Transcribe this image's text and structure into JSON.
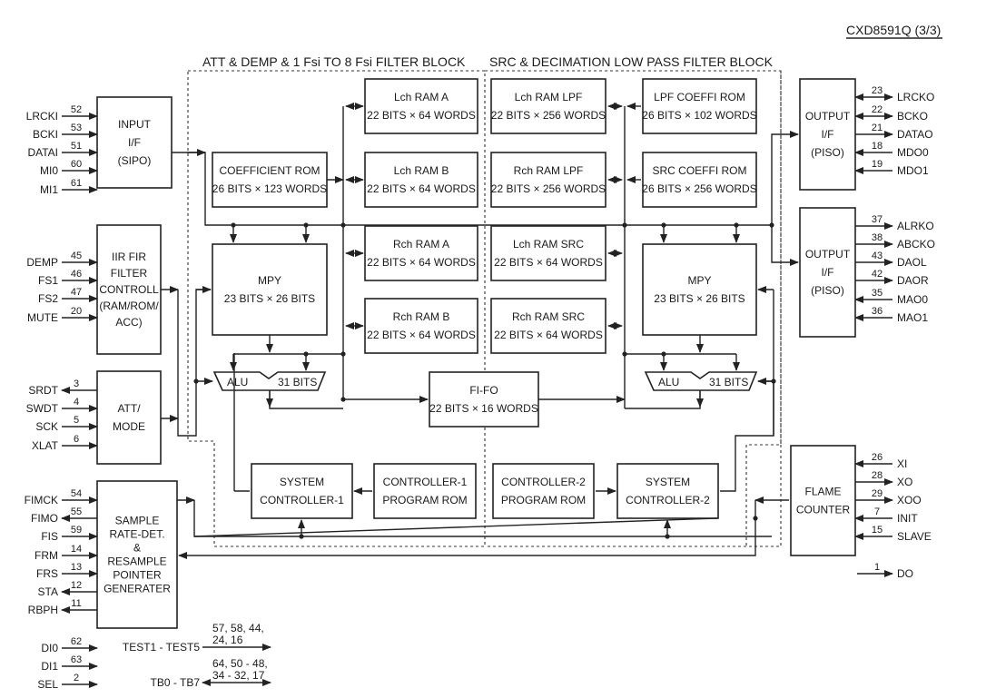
{
  "header": {
    "doc_id": "CXD8591Q (3/3)"
  },
  "regions": {
    "filter1": "ATT & DEMP & 1 Fsi TO 8 Fsi FILTER BLOCK",
    "filter2": "SRC & DECIMATION LOW PASS FILTER BLOCK"
  },
  "blocks": {
    "input_if": [
      "INPUT",
      "I/F",
      "(SIPO)"
    ],
    "iir_fir": [
      "IIR FIR",
      "FILTER",
      "CONTROLL",
      "(RAM/ROM/",
      "ACC)"
    ],
    "att_mode": [
      "ATT/",
      "MODE"
    ],
    "sample_rate": [
      "SAMPLE",
      "RATE-DET.",
      "&",
      "RESAMPLE",
      "POINTER",
      "GENERATER"
    ],
    "coeff_rom": [
      "COEFFICIENT ROM",
      "26 BITS × 123 WORDS"
    ],
    "lch_ram_a": [
      "Lch RAM A",
      "22 BITS × 64 WORDS"
    ],
    "lch_ram_b": [
      "Lch RAM B",
      "22 BITS × 64 WORDS"
    ],
    "rch_ram_a": [
      "Rch RAM A",
      "22 BITS × 64 WORDS"
    ],
    "rch_ram_b": [
      "Rch RAM B",
      "22 BITS × 64 WORDS"
    ],
    "mpy1": [
      "MPY",
      "23 BITS × 26 BITS"
    ],
    "alu1": [
      "ALU",
      "31 BITS"
    ],
    "fifo": [
      "FI-FO",
      "22 BITS × 16 WORDS"
    ],
    "lch_ram_lpf": [
      "Lch RAM LPF",
      "22 BITS × 256 WORDS"
    ],
    "rch_ram_lpf": [
      "Rch RAM LPF",
      "22 BITS × 256 WORDS"
    ],
    "lch_ram_src": [
      "Lch RAM SRC",
      "22 BITS × 64 WORDS"
    ],
    "rch_ram_src": [
      "Rch RAM SRC",
      "22 BITS × 64 WORDS"
    ],
    "lpf_coeff_rom": [
      "LPF COEFFI ROM",
      "26 BITS × 102 WORDS"
    ],
    "src_coeff_rom": [
      "SRC COEFFI ROM",
      "26 BITS × 256 WORDS"
    ],
    "mpy2": [
      "MPY",
      "23 BITS × 26 BITS"
    ],
    "alu2": [
      "ALU",
      "31 BITS"
    ],
    "sys_ctrl1": [
      "SYSTEM",
      "CONTROLLER-1"
    ],
    "ctrl1_rom": [
      "CONTROLLER-1",
      "PROGRAM ROM"
    ],
    "ctrl2_rom": [
      "CONTROLLER-2",
      "PROGRAM ROM"
    ],
    "sys_ctrl2": [
      "SYSTEM",
      "CONTROLLER-2"
    ],
    "output_if1": [
      "OUTPUT",
      "I/F",
      "(PISO)"
    ],
    "output_if2": [
      "OUTPUT",
      "I/F",
      "(PISO)"
    ],
    "flame_counter": [
      "FLAME",
      "COUNTER"
    ]
  },
  "pins_left": [
    {
      "name": "LRCKI",
      "num": "52",
      "dir": "in"
    },
    {
      "name": "BCKI",
      "num": "53",
      "dir": "in"
    },
    {
      "name": "DATAI",
      "num": "51",
      "dir": "in"
    },
    {
      "name": "MI0",
      "num": "60",
      "dir": "in"
    },
    {
      "name": "MI1",
      "num": "61",
      "dir": "in"
    },
    {
      "name": "DEMP",
      "num": "45",
      "dir": "in"
    },
    {
      "name": "FS1",
      "num": "46",
      "dir": "in"
    },
    {
      "name": "FS2",
      "num": "47",
      "dir": "in"
    },
    {
      "name": "MUTE",
      "num": "20",
      "dir": "in"
    },
    {
      "name": "SRDT",
      "num": "3",
      "dir": "out"
    },
    {
      "name": "SWDT",
      "num": "4",
      "dir": "in"
    },
    {
      "name": "SCK",
      "num": "5",
      "dir": "in"
    },
    {
      "name": "XLAT",
      "num": "6",
      "dir": "in"
    },
    {
      "name": "FIMCK",
      "num": "54",
      "dir": "in"
    },
    {
      "name": "FIMO",
      "num": "55",
      "dir": "out"
    },
    {
      "name": "FIS",
      "num": "59",
      "dir": "in"
    },
    {
      "name": "FRM",
      "num": "14",
      "dir": "in"
    },
    {
      "name": "FRS",
      "num": "13",
      "dir": "in"
    },
    {
      "name": "STA",
      "num": "12",
      "dir": "out"
    },
    {
      "name": "RBPH",
      "num": "11",
      "dir": "out"
    },
    {
      "name": "DI0",
      "num": "62",
      "dir": "in"
    },
    {
      "name": "DI1",
      "num": "63",
      "dir": "in"
    },
    {
      "name": "SEL",
      "num": "2",
      "dir": "in"
    }
  ],
  "pins_right": [
    {
      "name": "LRCKO",
      "num": "23",
      "dir": "bi"
    },
    {
      "name": "BCKO",
      "num": "22",
      "dir": "bi"
    },
    {
      "name": "DATAO",
      "num": "21",
      "dir": "out"
    },
    {
      "name": "MDO0",
      "num": "18",
      "dir": "in"
    },
    {
      "name": "MDO1",
      "num": "19",
      "dir": "in"
    },
    {
      "name": "ALRKO",
      "num": "37",
      "dir": "out"
    },
    {
      "name": "ABCKO",
      "num": "38",
      "dir": "out"
    },
    {
      "name": "DAOL",
      "num": "43",
      "dir": "out"
    },
    {
      "name": "DAOR",
      "num": "42",
      "dir": "out"
    },
    {
      "name": "MAO0",
      "num": "35",
      "dir": "in"
    },
    {
      "name": "MAO1",
      "num": "36",
      "dir": "in"
    },
    {
      "name": "XI",
      "num": "26",
      "dir": "in"
    },
    {
      "name": "XO",
      "num": "28",
      "dir": "out"
    },
    {
      "name": "XOO",
      "num": "29",
      "dir": "out"
    },
    {
      "name": "INIT",
      "num": "7",
      "dir": "in"
    },
    {
      "name": "SLAVE",
      "num": "15",
      "dir": "in"
    },
    {
      "name": "DO",
      "num": "1",
      "dir": "out"
    }
  ],
  "test_pins": {
    "test_label": "TEST1 - TEST5",
    "test_nums": [
      "57, 58, 44,",
      "24, 16"
    ],
    "tb_label": "TB0 - TB7",
    "tb_nums": [
      "64, 50 - 48,",
      "34 - 32, 17"
    ]
  }
}
